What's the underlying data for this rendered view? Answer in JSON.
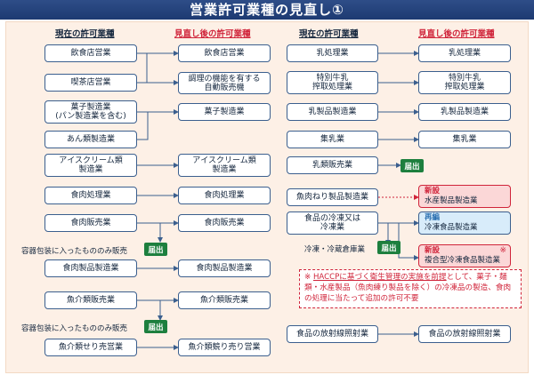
{
  "title": "営業許可業種の見直し①",
  "headers": {
    "current": "現在の許可業種",
    "after": "見直し後の許可業種"
  },
  "left_current": [
    "飲食店営業",
    "喫茶店営業",
    "菓子製造業\n(パン製造業を含む)",
    "あん類製造業",
    "アイスクリーム類\n製造業",
    "食肉処理業",
    "食肉販売業",
    "食肉製品製造業",
    "魚介類販売業",
    "魚介類せり売営業"
  ],
  "left_after": [
    "飲食店営業",
    "調理の機能を有する\n自動販売機",
    "菓子製造業",
    "アイスクリーム類\n製造業",
    "食肉処理業",
    "食肉販売業",
    "食肉製品製造業",
    "魚介類販売業",
    "魚介類競り売り営業"
  ],
  "notes": {
    "packaged1": "容器包装に入ったもののみ販売",
    "packaged2": "容器包装に入ったもののみ販売",
    "freezer": "冷凍・冷蔵倉庫業"
  },
  "badge": "届出",
  "right_current": [
    "乳処理業",
    "特別牛乳\n搾取処理業",
    "乳製品製造業",
    "集乳業",
    "乳類販売業",
    "魚肉ねり製品製造業",
    "食品の冷凍又は\n冷凍業",
    "食品の放射線照射業"
  ],
  "right_after": [
    "乳処理業",
    "特別牛乳\n搾取処理業",
    "乳製品製造業",
    "集乳業",
    "食品の放射線照射業"
  ],
  "new_boxes": [
    {
      "tag": "新設",
      "text": "水産製品製造業"
    },
    {
      "tag": "再編",
      "text": "冷凍食品製造業"
    },
    {
      "tag": "新設",
      "text": "複合型冷凍食品製造業"
    }
  ],
  "star": "※",
  "callout": {
    "lead": "※ ",
    "underlined": "HACCPに基づく衛生管理の実施を前提",
    "rest": "として、菓子・麺類・水産製品（魚肉練り製品を除く）の冷凍品の製造、食肉の処理に当たって追加の許可不要"
  },
  "colors": {
    "title_bg": "#1d3a72",
    "panel_bg": "#fdf0e6",
    "box_border": "#3b5f8e",
    "badge": "#1d7f3e",
    "accent_red": "#d0243a",
    "new_bg": "#fbd7d7",
    "reorg_bg": "#d8ecfa"
  }
}
